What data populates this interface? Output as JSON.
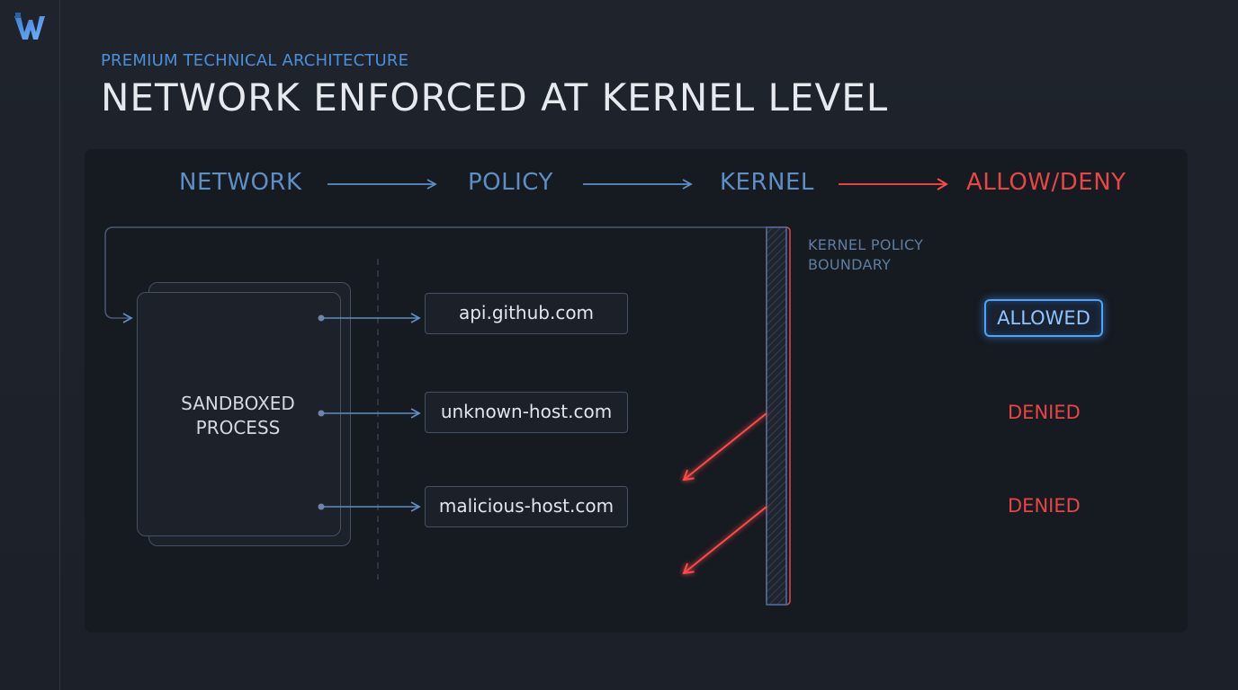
{
  "header": {
    "eyebrow": "PREMIUM TECHNICAL ARCHITECTURE",
    "title": "NETWORK ENFORCED AT KERNEL LEVEL"
  },
  "flow": {
    "stages": [
      "NETWORK",
      "POLICY",
      "KERNEL",
      "ALLOW/DENY"
    ]
  },
  "process": {
    "label_line1": "SANDBOXED",
    "label_line2": "PROCESS"
  },
  "boundary": {
    "label_line1": "KERNEL POLICY",
    "label_line2": "BOUNDARY"
  },
  "hosts": [
    {
      "name": "api.github.com",
      "result": "ALLOWED"
    },
    {
      "name": "unknown-host.com",
      "result": "DENIED"
    },
    {
      "name": "malicious-host.com",
      "result": "DENIED"
    }
  ],
  "colors": {
    "allow": "#4aa3ff",
    "deny": "#e84545",
    "neutral": "#5d8ec4"
  },
  "icons": {
    "logo": "w-logo-icon"
  }
}
